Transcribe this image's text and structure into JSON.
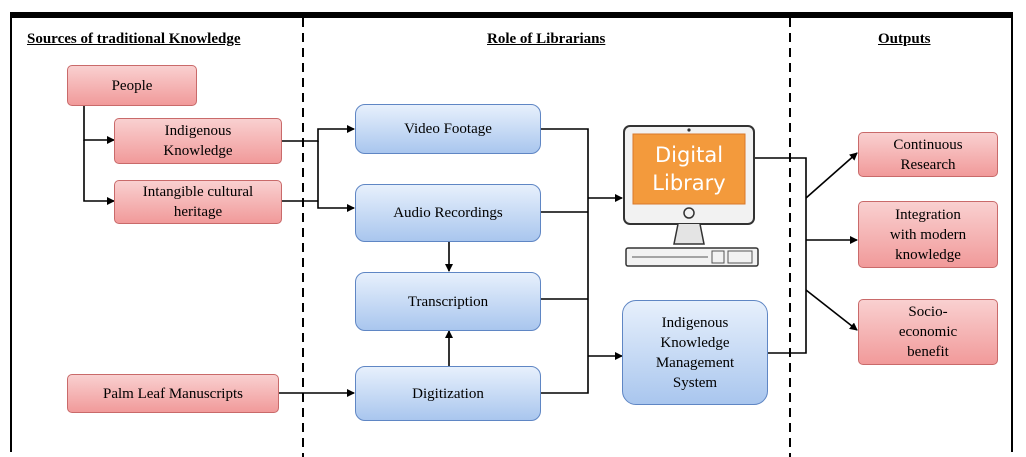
{
  "headings": {
    "sources": "Sources of traditional Knowledge",
    "role": "Role of Librarians",
    "outputs": "Outputs"
  },
  "sources": {
    "people": "People",
    "indigenous_knowledge": "Indigenous\nKnowledge",
    "intangible_heritage": "Intangible cultural\nheritage",
    "palm_leaf": "Palm Leaf Manuscripts"
  },
  "librarian_roles": {
    "video_footage": "Video Footage",
    "audio_recordings": "Audio Recordings",
    "transcription": "Transcription",
    "digitization": "Digitization"
  },
  "systems": {
    "digital_library": "Digital\nLibrary",
    "ikms": "Indigenous\nKnowledge\nManagement\nSystem"
  },
  "outputs": {
    "continuous_research": "Continuous\nResearch",
    "integration": "Integration\nwith modern\nknowledge",
    "socio_economic": "Socio-\neconomic\nbenefit"
  },
  "colors": {
    "source_fill": "#f4b3b3",
    "role_fill": "#c5d9f4",
    "screen_accent": "#f39a3c"
  }
}
